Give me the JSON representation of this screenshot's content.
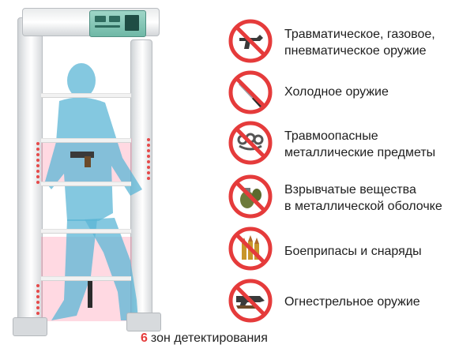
{
  "items": [
    {
      "icon": "revolver-icon",
      "line1": "Травматическое, газовое,",
      "line2": "пневматическое оружие"
    },
    {
      "icon": "knife-icon",
      "line1": "Холодное оружие",
      "line2": ""
    },
    {
      "icon": "brass-knuckles-icon",
      "line1": "Травмоопасные",
      "line2": "металлические предметы"
    },
    {
      "icon": "grenade-icon",
      "line1": "Взрывчатые вещества",
      "line2": "в металлической оболочке"
    },
    {
      "icon": "ammunition-icon",
      "line1": "Боеприпасы и снаряды",
      "line2": ""
    },
    {
      "icon": "rifle-icon",
      "line1": "Огнестрельное оружие",
      "line2": ""
    }
  ],
  "caption": {
    "number": "6",
    "text": "зон детектирования"
  },
  "colors": {
    "ban_red": "#e53b3b",
    "zone_pink": "#ff7896",
    "person_blue": "#5bb6d6"
  }
}
